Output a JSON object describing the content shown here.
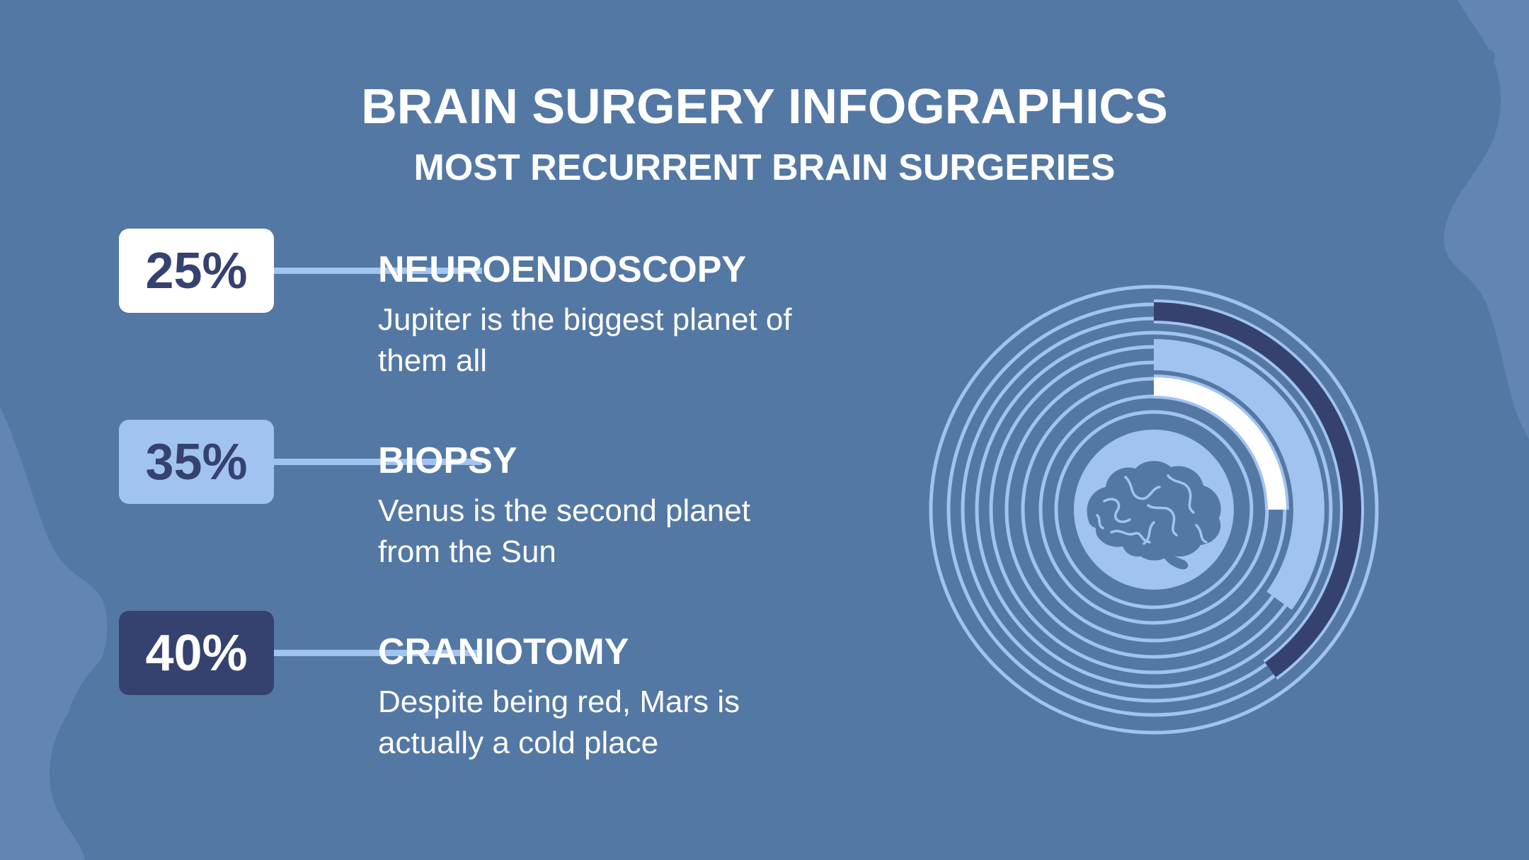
{
  "header": {
    "title": "BRAIN SURGERY INFOGRAPHICS",
    "subtitle": "MOST RECURRENT BRAIN SURGERIES"
  },
  "colors": {
    "background": "#5478a4",
    "blob": "#6385b3",
    "light_blue": "#a1c3f0",
    "navy": "#35426f",
    "white": "#ffffff"
  },
  "icons": {
    "center": "brain-icon"
  },
  "chart_data": {
    "type": "radial-bar",
    "series": [
      {
        "name": "NEUROENDOSCOPY",
        "value": 25,
        "label": "25%",
        "description": "Jupiter is the biggest planet of them all",
        "color": "#ffffff",
        "text_color": "#35426f"
      },
      {
        "name": "BIOPSY",
        "value": 35,
        "label": "35%",
        "description": "Venus is the second planet from the Sun",
        "color": "#a1c3f0",
        "text_color": "#35426f"
      },
      {
        "name": "CRANIOTOMY",
        "value": 40,
        "label": "40%",
        "description": "Despite being red, Mars is actually a cold place",
        "color": "#35426f",
        "text_color": "#ffffff"
      }
    ],
    "max": 100
  }
}
